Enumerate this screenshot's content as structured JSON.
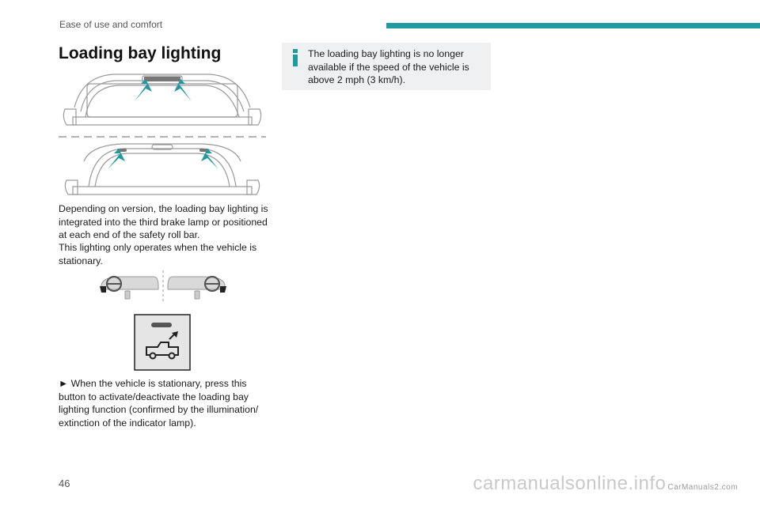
{
  "header": {
    "section": "Ease of use and comfort",
    "accent_color": "#1e9aa0"
  },
  "title": "Loading bay lighting",
  "paragraphs": {
    "p1": "Depending on version, the loading bay lighting is integrated into the third brake lamp or positioned at each end of the safety roll bar.",
    "p2": "This lighting only operates when the vehicle is stationary.",
    "p3": "► When the vehicle is stationary, press this button to activate/deactivate the loading bay lighting function (confirmed by the illumination/ extinction of the indicator lamp)."
  },
  "info": {
    "icon": "info-icon",
    "text": "The loading bay lighting is no longer available if the speed of the vehicle is above 2 mph (3 km/h)."
  },
  "footer": {
    "page_number": "46",
    "watermark": "carmanualsonline.info",
    "watermark_small": "CarManuals2.com"
  }
}
